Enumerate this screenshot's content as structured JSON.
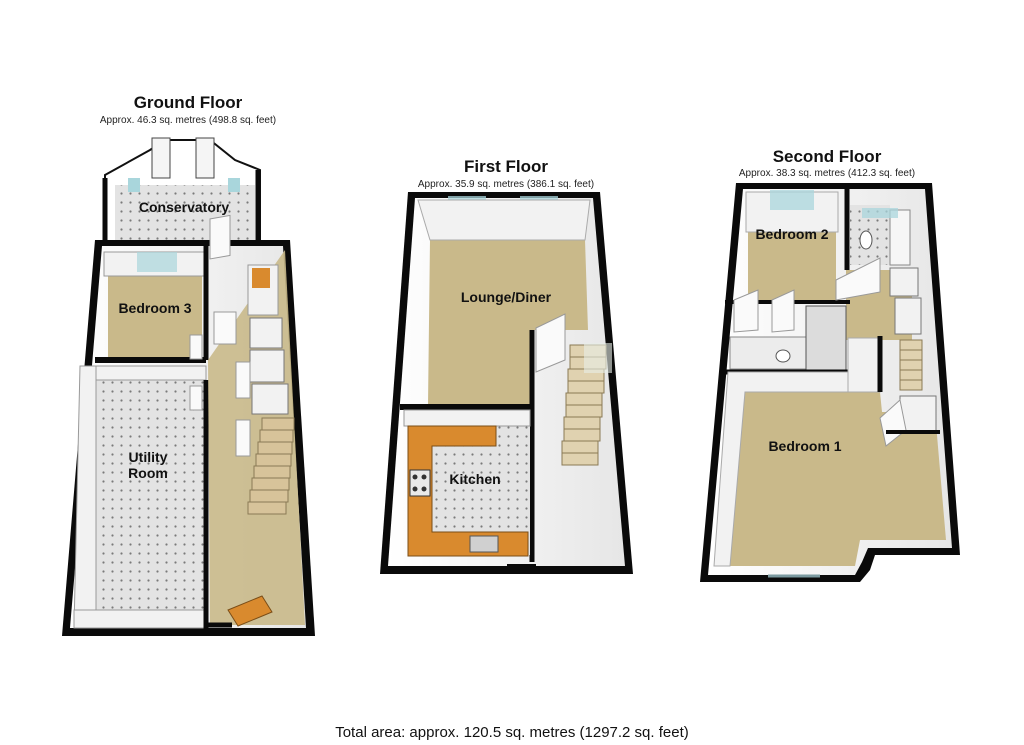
{
  "floors": [
    {
      "title": "Ground Floor",
      "area": "Approx. 46.3 sq. metres (498.8 sq. feet)"
    },
    {
      "title": "First Floor",
      "area": "Approx. 35.9 sq. metres (386.1 sq. feet)"
    },
    {
      "title": "Second Floor",
      "area": "Approx. 38.3 sq. metres (412.3 sq. feet)"
    }
  ],
  "rooms": {
    "conservatory": "Conservatory",
    "bedroom3": "Bedroom 3",
    "utility_line1": "Utility",
    "utility_line2": "Room",
    "lounge": "Lounge/Diner",
    "kitchen": "Kitchen",
    "bedroom2": "Bedroom 2",
    "bedroom1": "Bedroom 1"
  },
  "total_area": "Total area: approx. 120.5 sq. metres (1297.2 sq. feet)",
  "colors": {
    "wall": "#0a0a0a",
    "carpet": "#c9b98a",
    "tile": "#dedede",
    "worktop": "#d98a2e",
    "wall_face": "#f2f2f2",
    "glass": "#a9d6dc"
  }
}
